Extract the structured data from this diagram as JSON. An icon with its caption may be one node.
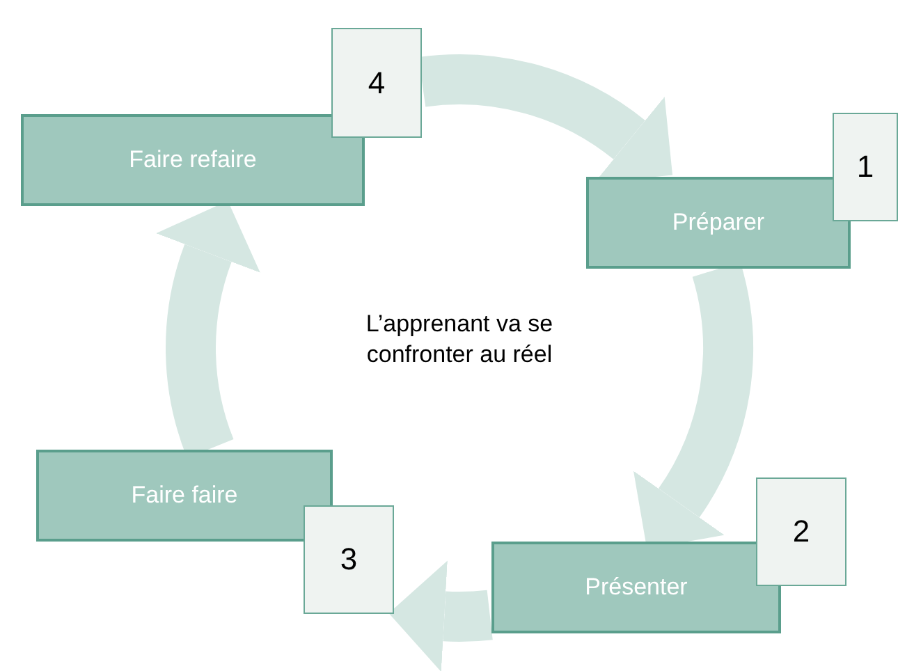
{
  "diagram": {
    "nodes": [
      {
        "text": [
          "4"
        ]
      },
      {
        "text": [
          "Faire refaire"
        ]
      },
      {
        "text": [
          "1"
        ]
      },
      {
        "text": [
          "Préparer"
        ]
      },
      {
        "text": [
          "Faire faire"
        ]
      },
      {
        "text": [
          "2"
        ]
      },
      {
        "text": [
          "3"
        ]
      },
      {
        "text": [
          "Présenter"
        ]
      }
    ],
    "edges": [
      {
        "from": 0,
        "to": 3,
        "arrow": "to"
      },
      {
        "from": 3,
        "to": 7,
        "arrow": "to"
      },
      {
        "from": 7,
        "to": 6,
        "arrow": "to"
      },
      {
        "from": 4,
        "to": 1,
        "arrow": "to"
      }
    ],
    "labels": [
      "L’apprenant va se confronter au réel"
    ]
  }
}
